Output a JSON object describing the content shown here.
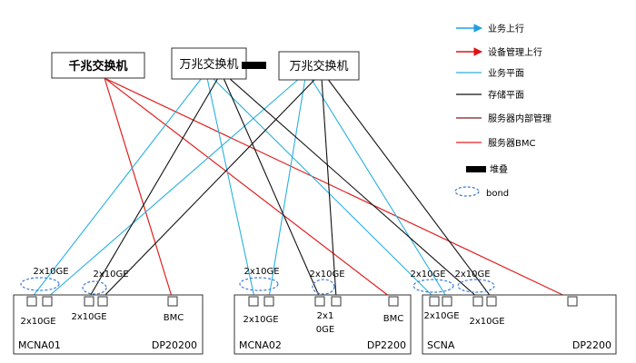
{
  "switches": {
    "gigabit": "千兆交换机",
    "tengig_1": "万兆交换机",
    "tengig_2": "万兆交换机"
  },
  "servers": [
    {
      "name": "MCNA01",
      "model": "DP20200",
      "port_labels": [
        "2x10GE",
        "2x10GE"
      ],
      "bond_labels": [
        "2x10GE",
        "2x10GE"
      ],
      "bmc_label": "BMC"
    },
    {
      "name": "MCNA02",
      "model": "DP2200",
      "port_labels": [
        "2x10GE",
        "2x1",
        "0GE"
      ],
      "bond_labels": [
        "2x10GE",
        "2x10GE"
      ],
      "bmc_label": "BMC"
    },
    {
      "name": "SCNA",
      "model": "DP2200",
      "port_labels": [
        "2x10GE",
        "2x10GE"
      ],
      "bond_labels": [
        "2x10GE",
        "2x10GE"
      ]
    }
  ],
  "legend": {
    "business_uplink": "业务上行",
    "mgmt_uplink": "设备管理上行",
    "business_plane": "业务平面",
    "storage_plane": "存储平面",
    "server_internal_mgmt": "服务器内部管理",
    "server_bmc": "服务器BMC",
    "stack": "堆叠",
    "bond": "bond"
  },
  "colors": {
    "business": "#2ab0e0",
    "storage": "#111111",
    "internal_mgmt": "#7a1f1f",
    "bmc": "#e02020",
    "uplink_blue": "#1fa0e0",
    "uplink_red": "#e01010",
    "bond": "#3a7bd5"
  }
}
